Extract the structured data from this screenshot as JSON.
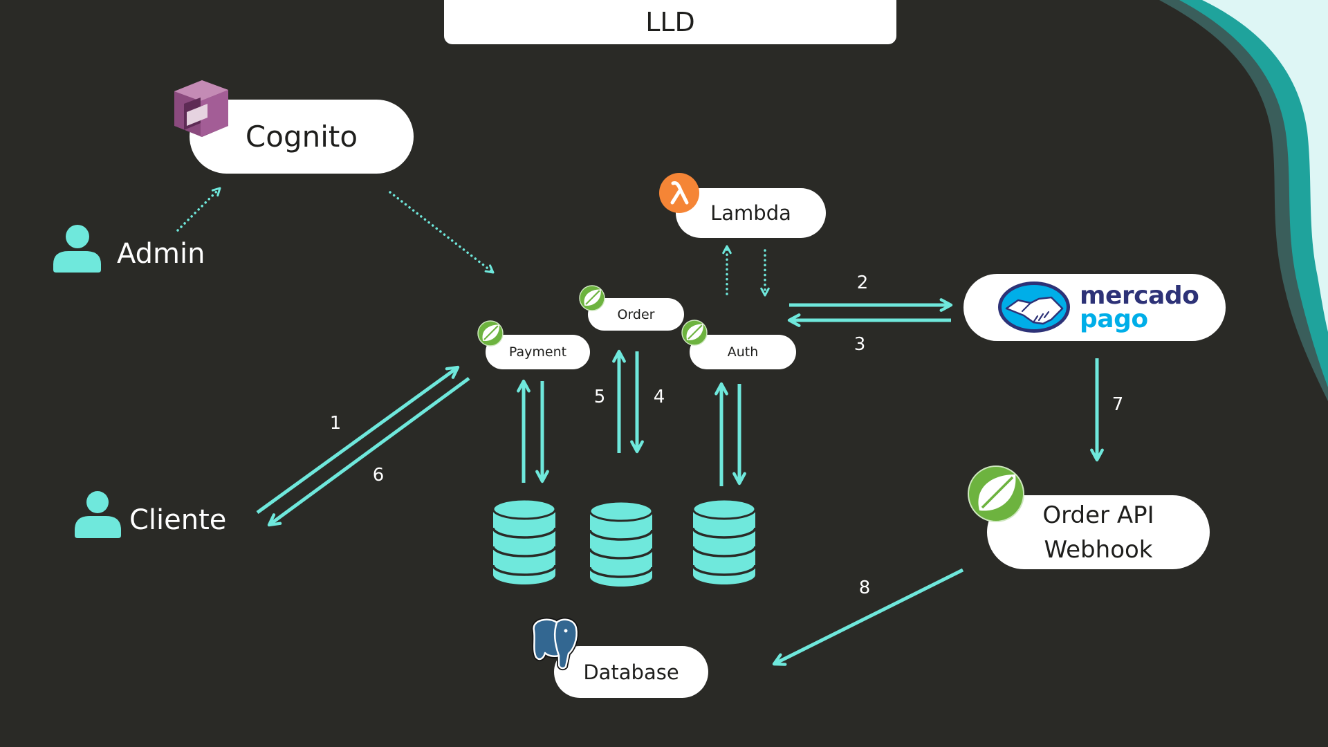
{
  "title": "LLD",
  "actors": {
    "admin": "Admin",
    "cliente": "Cliente"
  },
  "services": {
    "cognito": "Cognito",
    "lambda": "Lambda",
    "order": "Order",
    "payment": "Payment",
    "auth": "Auth",
    "order_api_webhook": [
      "Order API",
      "Webhook"
    ],
    "database": "Database"
  },
  "mercado_pago": {
    "word1": "mercado",
    "word2": "pago"
  },
  "steps": {
    "s1": "1",
    "s2": "2",
    "s3": "3",
    "s4": "4",
    "s5": "5",
    "s6": "6",
    "s7": "7",
    "s8": "8"
  },
  "icons": {
    "cognito": "aws-cognito-icon",
    "lambda": "aws-lambda-icon",
    "spring": "spring-leaf-icon",
    "postgres": "postgresql-elephant-icon",
    "mercado_pago": "mercado-pago-handshake-icon",
    "user": "user-icon",
    "database": "database-cylinder-icon"
  },
  "colors": {
    "background": "#2a2a26",
    "accent": "#6fe8dc",
    "pill": "#ffffff",
    "text_dark": "#1e1e1c",
    "spring_green": "#6db33f",
    "lambda_orange": "#f58536",
    "cognito_purple": "#8b4a7e",
    "postgres_blue": "#336791",
    "mercado_navy": "#2d3277",
    "mercado_blue": "#00aee8",
    "wave_light": "#def6f5",
    "wave_teal": "#1fa39c",
    "wave_dark": "#3a5e5b"
  }
}
